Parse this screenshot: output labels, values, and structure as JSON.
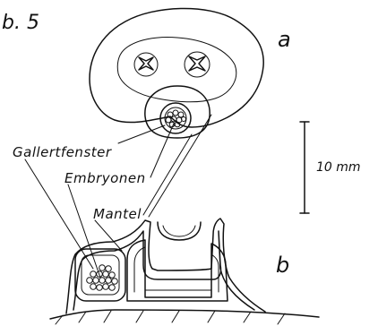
{
  "figure": {
    "number_label": "b. 5",
    "panel_a_label": "a",
    "panel_b_label": "b",
    "labels": {
      "gallertfenster": "Gallertfenster",
      "embryonen": "Embryonen",
      "mantel": "Mantel"
    },
    "scale_bar_label": "10 mm",
    "ink_color": "#111111",
    "background_color": "#ffffff"
  }
}
